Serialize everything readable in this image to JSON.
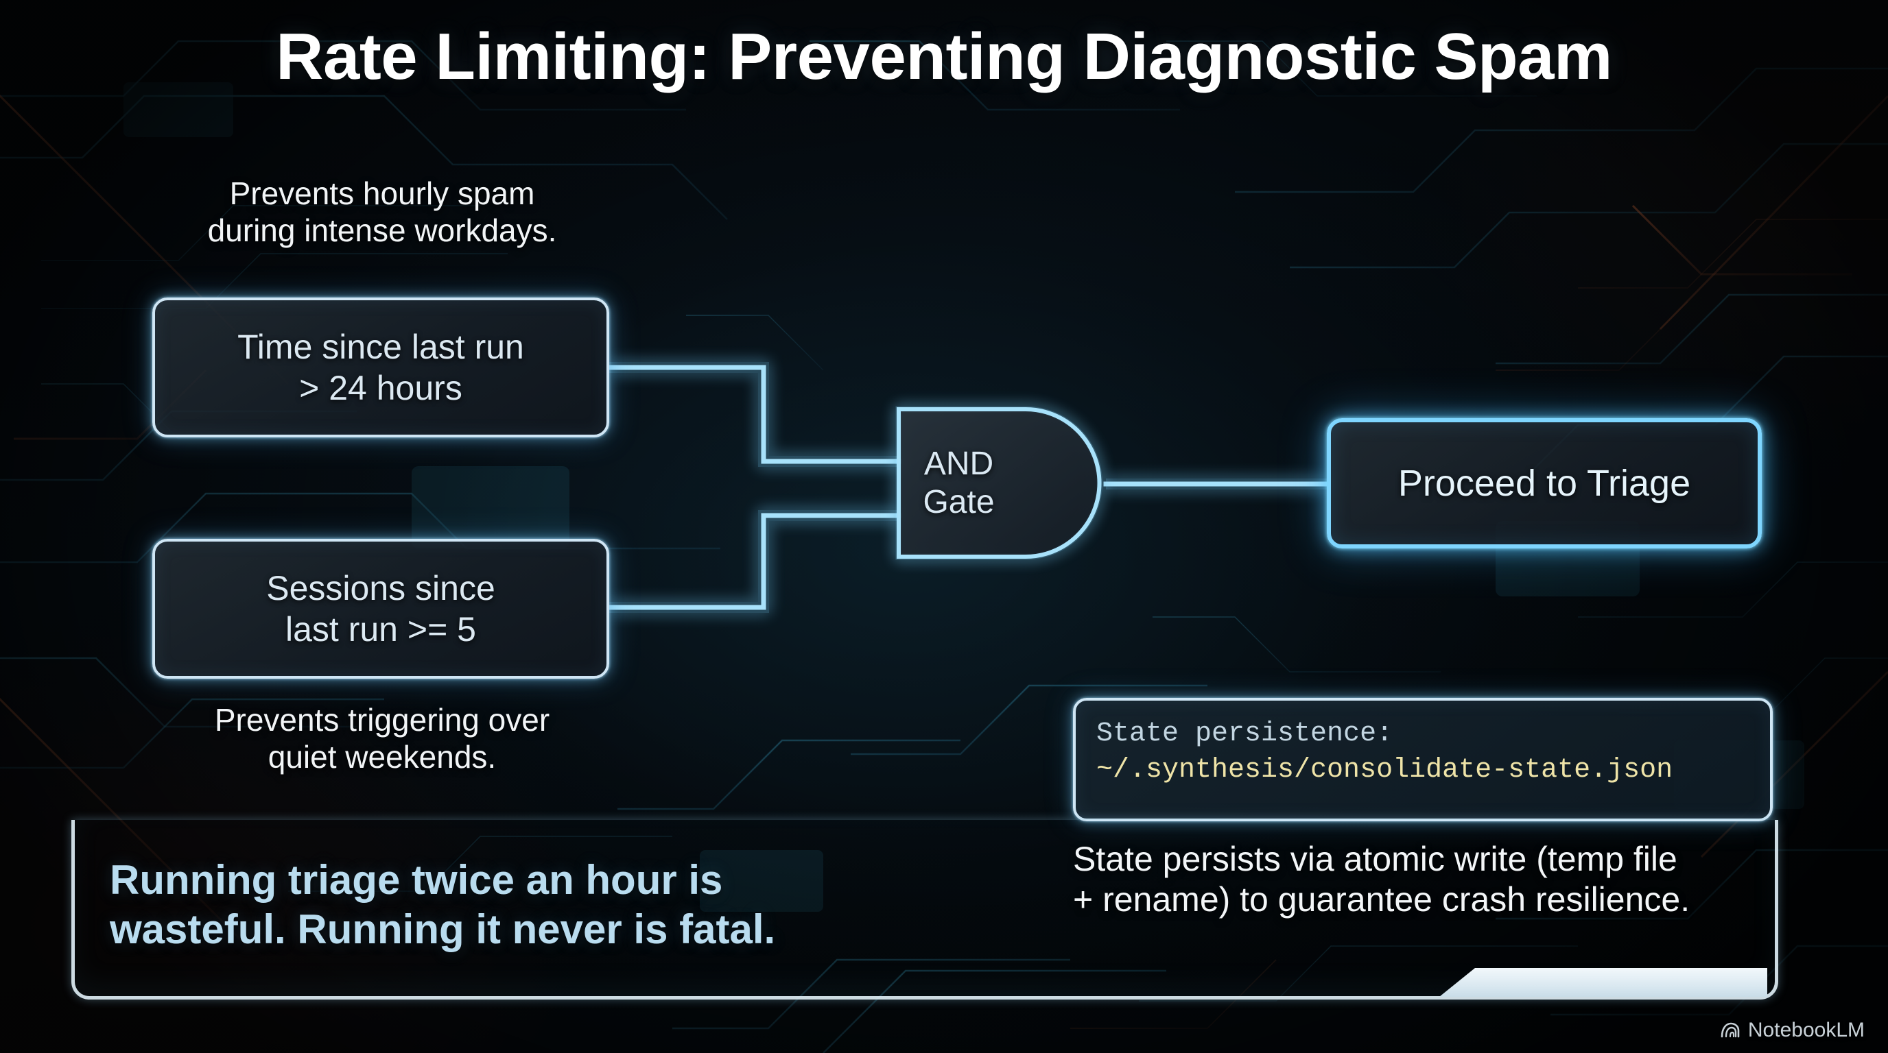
{
  "title": "Rate Limiting: Preventing Diagnostic Spam",
  "captions": {
    "top": "Prevents hourly spam\nduring intense workdays.",
    "bottom": "Prevents triggering over\nquiet weekends."
  },
  "diagram": {
    "inputs": [
      {
        "label": "Time since last run\n> 24 hours"
      },
      {
        "label": "Sessions since\nlast run >= 5"
      }
    ],
    "gate": {
      "label": "AND\nGate"
    },
    "output": {
      "label": "Proceed to Triage"
    }
  },
  "code": {
    "key": "State persistence:",
    "path": "~/.synthesis/consolidate-state.json"
  },
  "quote": "Running triage twice an hour is\nwasteful. Running it never is fatal.",
  "note_right": "State persists via atomic write (temp file\n+ rename) to guarantee crash resilience.",
  "watermark": {
    "label": "NotebookLM",
    "icon": "notebook-spiral-icon"
  },
  "colors": {
    "background": "#04080c",
    "neon_cyan": "#7fd6ff",
    "neon_pale": "#cfe6f5",
    "wire": "#8cd4f7",
    "quote_text": "#b9dcef",
    "code_key": "#c3d6e2",
    "code_path": "#efe4a8",
    "title_text": "#ffffff"
  }
}
